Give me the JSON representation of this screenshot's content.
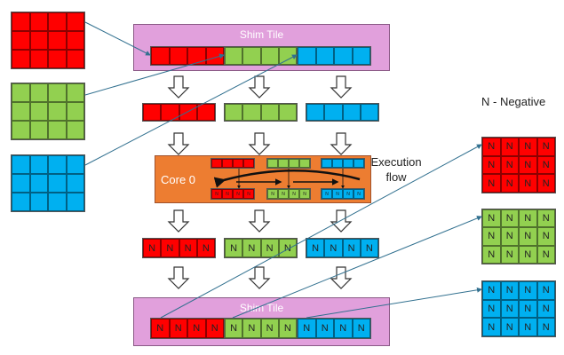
{
  "shim_tile_top": {
    "label": "Shim Tile"
  },
  "shim_tile_bottom": {
    "label": "Shim Tile",
    "cell_text": "N"
  },
  "core": {
    "label": "Core 0",
    "cell_text": "N"
  },
  "execution_flow": {
    "line1": "Execution",
    "line2": "flow"
  },
  "legend": {
    "text": "N - Negative"
  },
  "output_rows": {
    "cell_text": "N"
  },
  "output_matrices": {
    "cell_text": "N"
  },
  "colors": {
    "red": "#ff0000",
    "green": "#92d050",
    "blue": "#00b0f0",
    "shim": "#e1a0dc",
    "core": "#ed7d31",
    "connector": "#31708f"
  },
  "matrices": {
    "rows": 3,
    "cols": 4
  },
  "rows": {
    "cells": 4
  }
}
